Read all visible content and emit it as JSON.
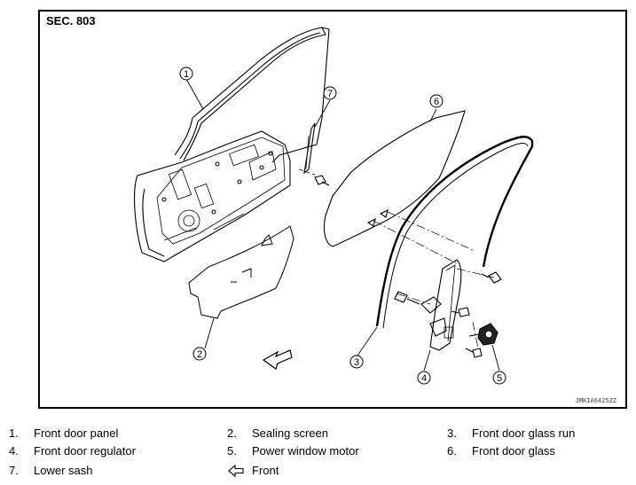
{
  "diagram": {
    "section_label": "SEC. 803",
    "image_code": "JMKIA6425ZZ",
    "callouts": [
      "1",
      "2",
      "3",
      "4",
      "5",
      "6",
      "7"
    ]
  },
  "legend": [
    {
      "number": "1.",
      "label": "Front door panel"
    },
    {
      "number": "2.",
      "label": "Sealing screen"
    },
    {
      "number": "3.",
      "label": "Front door glass run"
    },
    {
      "number": "4.",
      "label": "Front door regulator"
    },
    {
      "number": "5.",
      "label": "Power window motor"
    },
    {
      "number": "6.",
      "label": "Front door glass"
    },
    {
      "number": "7.",
      "label": "Lower sash"
    }
  ],
  "front_legend": {
    "icon": "front-arrow-icon",
    "label": "Front"
  }
}
